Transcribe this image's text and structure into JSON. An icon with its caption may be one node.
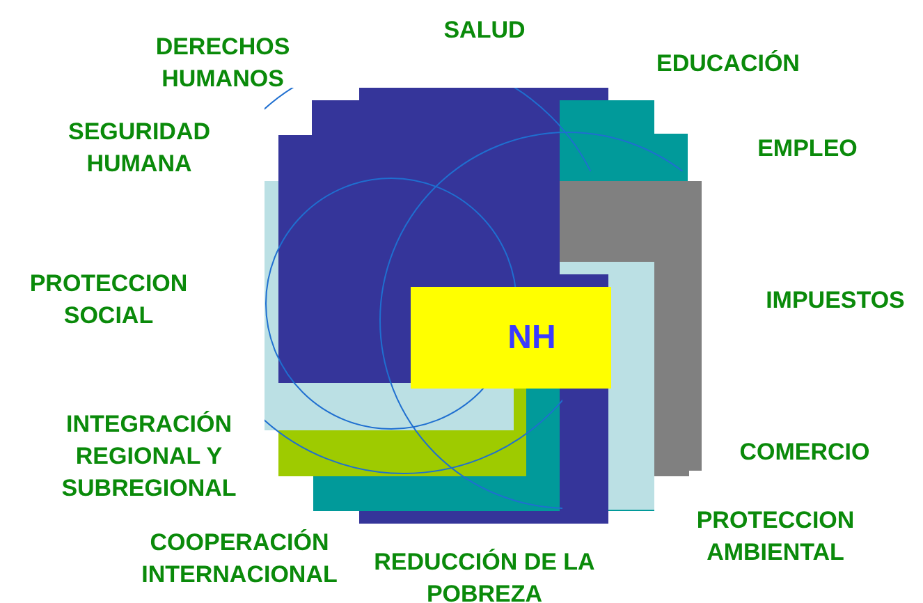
{
  "diagram": {
    "nodes": [
      {
        "text": [
          "NH"
        ]
      }
    ],
    "labels": [
      "DERECHOS HUMANOS",
      "SALUD",
      "EDUCACIÓN",
      "SEGURIDAD HUMANA",
      "EMPLEO",
      "PROTECCION SOCIAL",
      "IMPUESTOS",
      "INTEGRACIÓN REGIONAL Y SUBREGIONAL",
      "COMERCIO",
      "PROTECCION AMBIENTAL",
      "COOPERACIÓN INTERNACIONAL",
      "REDUCCIÓN DE LA POBREZA"
    ]
  }
}
